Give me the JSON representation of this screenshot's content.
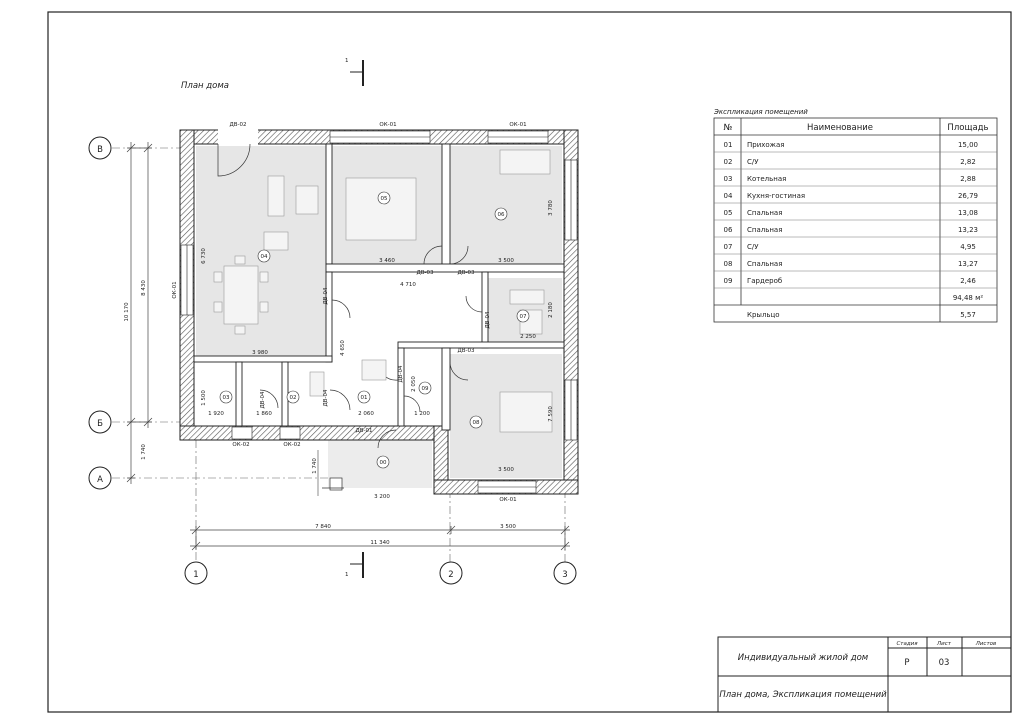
{
  "plan": {
    "title": "План дома",
    "axes_letters": [
      "В",
      "Б",
      "А"
    ],
    "axes_numbers": [
      "1",
      "2",
      "3"
    ],
    "section_mark": "1",
    "room_tags": [
      "01",
      "02",
      "03",
      "04",
      "05",
      "06",
      "07",
      "08",
      "09",
      "00"
    ],
    "windows_top": [
      "ОК-01",
      "ОК-01"
    ],
    "window_left": "ОК-01",
    "windows_bottom": [
      "ОК-02",
      "ОК-02"
    ],
    "window_bottom_right": "ОК-01",
    "door_entry_left": "ДВ-02",
    "door_entry_main": "ДВ-01",
    "door_labels": [
      "ДВ-03",
      "ДВ-03",
      "ДВ-03",
      "ДВ-04",
      "ДВ-04",
      "ДВ-04",
      "ДВ-04",
      "ДВ-04"
    ],
    "dims_inside": [
      "3 460",
      "3 500",
      "4 710",
      "3 980",
      "1 920",
      "1 860",
      "2 060",
      "1 200",
      "3 500",
      "3 200",
      "2 250"
    ],
    "dims_vertical_inside": [
      "6 730",
      "3 780",
      "4 650",
      "2 180",
      "2 050",
      "1 500",
      "7 590",
      "1 740"
    ],
    "dims_overall_left": [
      "10 170",
      "8 430",
      "1 740"
    ],
    "dims_bottom": [
      "7 840",
      "3 500",
      "11 340"
    ]
  },
  "explication": {
    "title": "Экспликация помещений",
    "headers": [
      "№",
      "Наименование",
      "Площадь"
    ],
    "rows": [
      {
        "num": "01",
        "name": "Прихожая",
        "area": "15,00"
      },
      {
        "num": "02",
        "name": "С/У",
        "area": "2,82"
      },
      {
        "num": "03",
        "name": "Котельная",
        "area": "2,88"
      },
      {
        "num": "04",
        "name": "Кухня-гостиная",
        "area": "26,79"
      },
      {
        "num": "05",
        "name": "Спальная",
        "area": "13,08"
      },
      {
        "num": "06",
        "name": "Спальная",
        "area": "13,23"
      },
      {
        "num": "07",
        "name": "С/У",
        "area": "4,95"
      },
      {
        "num": "08",
        "name": "Спальная",
        "area": "13,27"
      },
      {
        "num": "09",
        "name": "Гардероб",
        "area": "2,46"
      }
    ],
    "total": "94,48 м²",
    "porch_name": "Крыльцо",
    "porch_area": "5,57"
  },
  "title_block": {
    "project": "Индивидуальный жилой дом",
    "sheet_title": "План дома, Экспликация помещений",
    "col_stage": "Стадия",
    "col_sheet": "Лист",
    "col_sheets": "Листов",
    "stage": "Р",
    "sheet": "03",
    "sheets": ""
  }
}
